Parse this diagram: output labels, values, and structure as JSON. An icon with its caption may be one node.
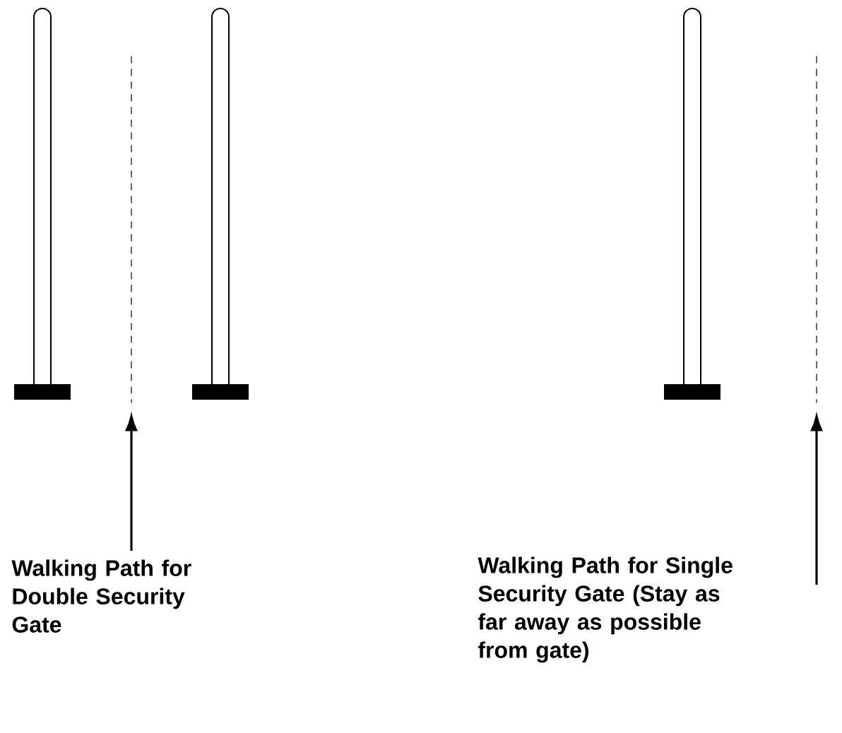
{
  "diagram": {
    "nodes": [
      {
        "text": [],
        "shape": "line"
      },
      {
        "text": [],
        "shape": "line"
      },
      {
        "text": [
          "Walking Path for Double Security Gate"
        ]
      },
      {
        "text": [
          "Walking Path for Single Security Gate (Stay as far away as possible from gate)"
        ]
      }
    ],
    "edges": [
      {
        "from": 2,
        "to": 0,
        "arrow": "to"
      },
      {
        "from": 3,
        "to": 1,
        "arrow": "to"
      }
    ]
  }
}
